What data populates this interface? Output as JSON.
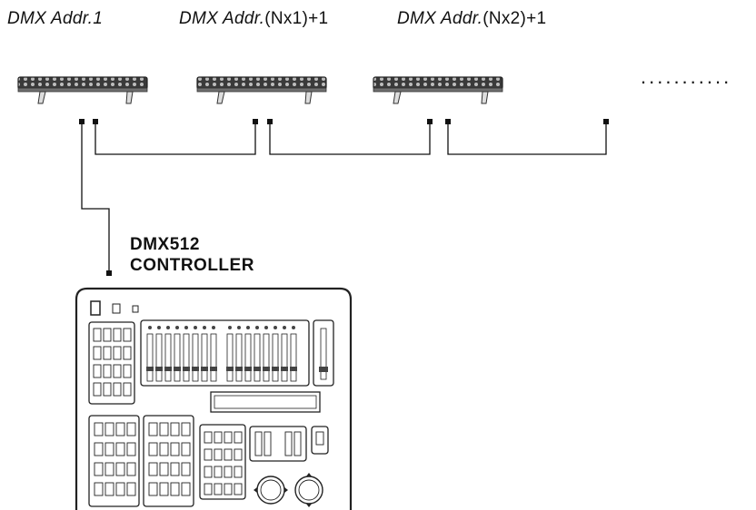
{
  "addresses": [
    {
      "label": "DMX Addr.",
      "suffix": "1"
    },
    {
      "label": "DMX Addr.",
      "suffix": "(Nx1)+1"
    },
    {
      "label": "DMX Addr.",
      "suffix": "(Nx2)+1"
    }
  ],
  "ellipsis": "...........",
  "controller": {
    "line1": "DMX512",
    "line2": "CONTROLLER"
  }
}
